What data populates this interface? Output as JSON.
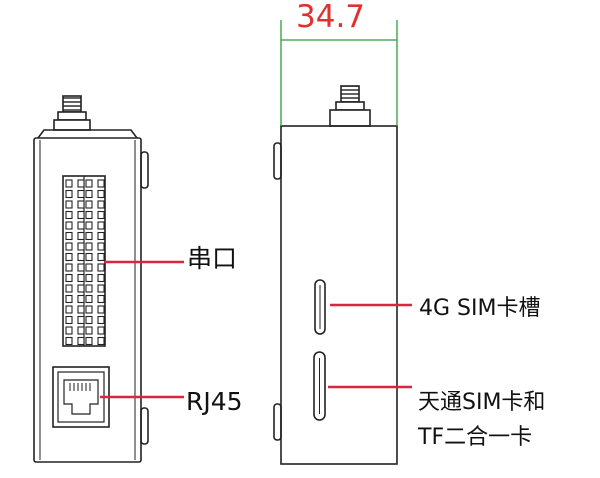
{
  "dimension": {
    "value": "34.7",
    "color": "#e0312e",
    "line_color": "#2f9a3a"
  },
  "callout_color": "#d7263d",
  "labels": {
    "serial_port": "串口",
    "rj45": "RJ45",
    "sim_4g": "4G SIM卡槽",
    "tianton_line1": "天通SIM卡和",
    "tianton_line2": "TF二合一卡"
  }
}
